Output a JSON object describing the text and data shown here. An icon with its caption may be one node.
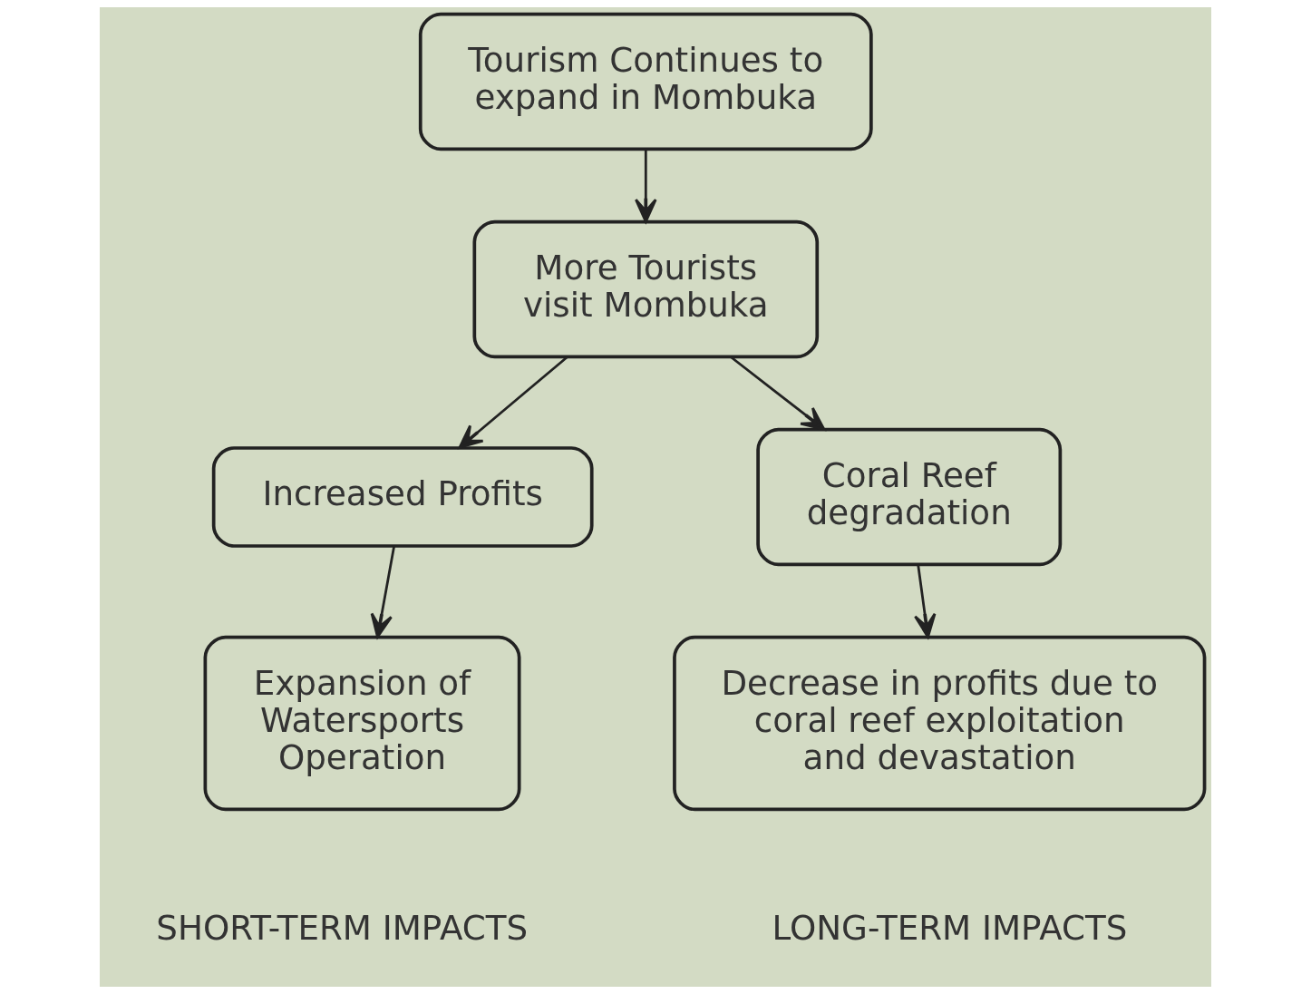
{
  "diagram": {
    "nodes": [
      {
        "text": [
          "Tourism Continues to expand in Mombuka"
        ]
      },
      {
        "text": [
          "More Tourists visit Mombuka"
        ]
      },
      {
        "text": [
          "Increased Profits"
        ]
      },
      {
        "text": [
          "Coral Reef degradation"
        ]
      },
      {
        "text": [
          "Expansion of Watersports Operation"
        ]
      },
      {
        "text": [
          "Decrease in profits due to coral reef exploitation and devastation"
        ]
      }
    ],
    "edges": [
      {
        "from": 0,
        "to": 1,
        "arrow": "to"
      },
      {
        "from": 1,
        "to": 2,
        "arrow": "to"
      },
      {
        "from": 1,
        "to": 3,
        "arrow": "to"
      },
      {
        "from": 2,
        "to": 4,
        "arrow": "to"
      },
      {
        "from": 3,
        "to": 5,
        "arrow": "to"
      }
    ],
    "labels": [
      "SHORT-TERM IMPACTS",
      "LONG-TERM IMPACTS"
    ]
  }
}
